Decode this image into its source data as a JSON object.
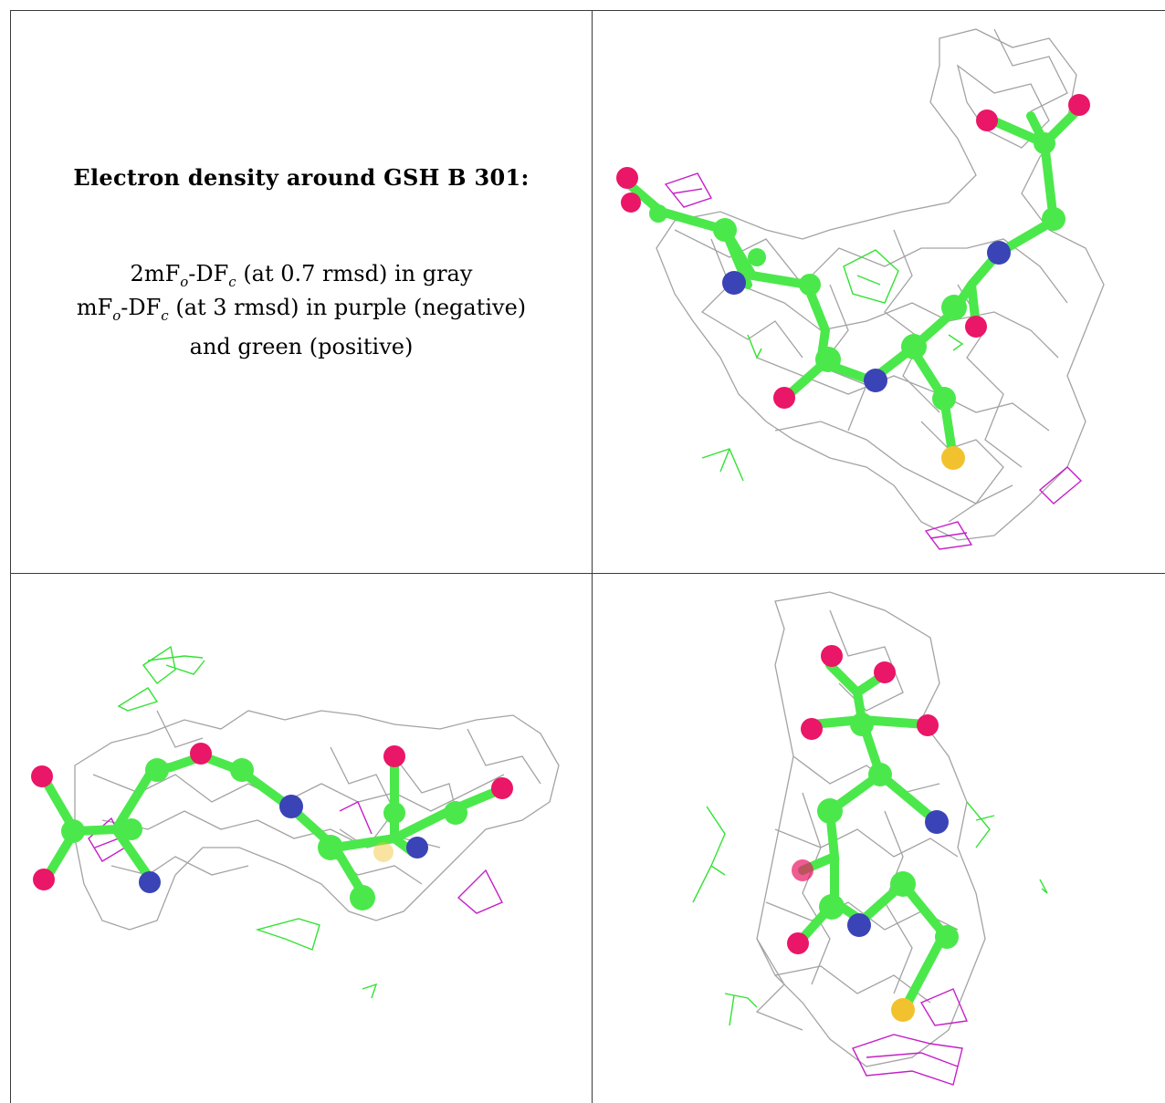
{
  "caption": {
    "title": "Electron density around GSH B 301:",
    "line1": {
      "prefix": "2mF",
      "sub1": "o",
      "middle": "-DF",
      "sub2": "c",
      "suffix": " (at 0.7 rmsd) in gray"
    },
    "line2": {
      "prefix": "mF",
      "sub1": "o",
      "middle": "-DF",
      "sub2": "c",
      "suffix": " (at 3 rmsd) in purple (negative)"
    },
    "line3": "and green (positive)"
  },
  "panels": [
    {
      "id": "view-1",
      "description_icon": "molecule-stick-render"
    },
    {
      "id": "view-2",
      "description_icon": "molecule-stick-render"
    },
    {
      "id": "view-3",
      "description_icon": "molecule-stick-render"
    }
  ],
  "colors": {
    "carbon": "#4be84b",
    "oxygen": "#ea1667",
    "nitrogen": "#3a44b6",
    "sulfur": "#f2c22e",
    "mesh_2fofc": "#9a9a9a",
    "mesh_negative": "#c020c8",
    "mesh_positive": "#30e030",
    "grid": "#3a3a3a"
  }
}
